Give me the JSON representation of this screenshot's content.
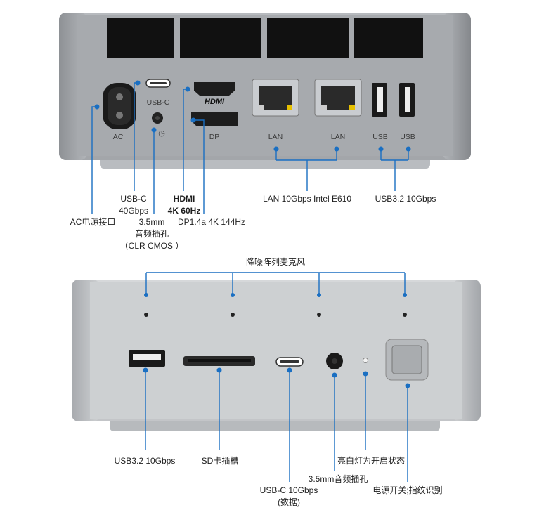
{
  "rear_panel": {
    "port_labels": {
      "usb_c": "USB-C",
      "ac": "AC",
      "dp": "DP",
      "lan1": "LAN",
      "lan2": "LAN",
      "usb1": "USB",
      "usb2": "USB",
      "hdmi_logo": "HDMI"
    },
    "callouts": {
      "usb_c_line1": "USB-C",
      "usb_c_line2": "40Gbps",
      "hdmi_line1": "HDMI",
      "hdmi_line2": "4K 60Hz",
      "lan": "LAN 10Gbps Intel E610",
      "usb32": "USB3.2 10Gbps",
      "ac": "AC电源接口",
      "audio_line1": "3.5mm",
      "audio_line2": "音频插孔",
      "audio_line3": "（CLR CMOS ）",
      "dp": "DP1.4a 4K 144Hz"
    }
  },
  "front_panel": {
    "callouts": {
      "mic": "降噪阵列麦克风",
      "usb32": "USB3.2 10Gbps",
      "sd": "SD卡插槽",
      "led": "亮白灯为开启状态",
      "audio": "3.5mm音频插孔",
      "usbc_line1": "USB-C 10Gbps",
      "usbc_line2": "(数据)",
      "power": "电源开关;指纹识别"
    }
  },
  "colors": {
    "callout_line": "#1a6fc2",
    "device_body": "#a9acb0",
    "vent": "#111111",
    "text": "#1f1f1f"
  }
}
